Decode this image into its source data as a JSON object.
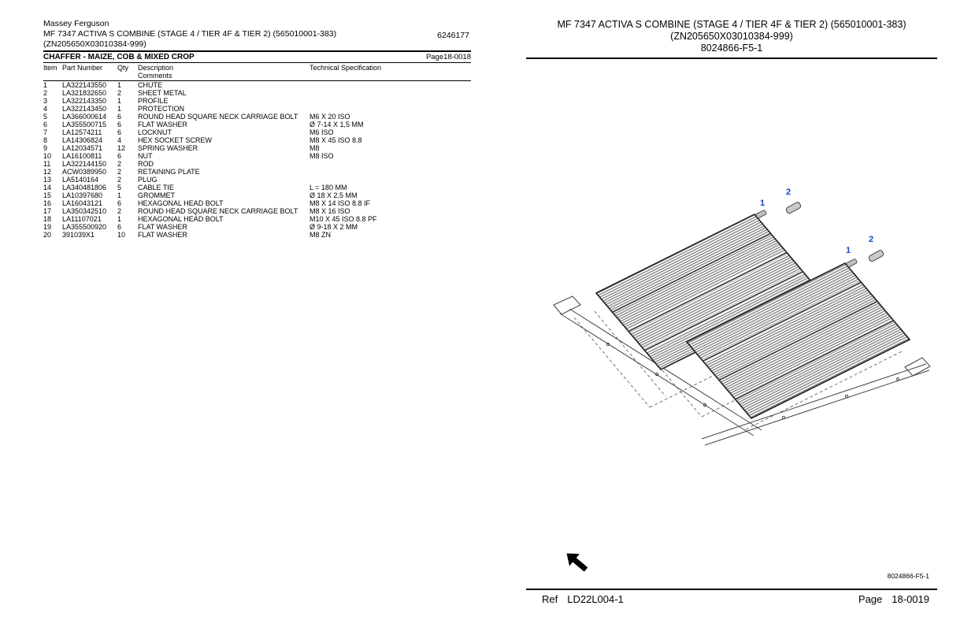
{
  "left_page": {
    "brand": "Massey Ferguson",
    "title": "MF 7347 ACTIVA S COMBINE (STAGE 4 / TIER 4F & TIER 2) (565010001-383)",
    "subtitle": "(ZN205650X03010384-999)",
    "doc_number": "6246177",
    "section": "CHAFFER - MAIZE, COB & MIXED CROP",
    "page_ref": "Page18-0018",
    "table": {
      "headers": {
        "item": "Item",
        "part_number": "Part Number",
        "qty": "Qty",
        "description": "Description",
        "comments": "Comments",
        "tech_spec": "Technical Specification"
      },
      "rows": [
        {
          "item": "1",
          "part_number": "LA322143550",
          "qty": "1",
          "description": "CHUTE",
          "tech_spec": ""
        },
        {
          "item": "2",
          "part_number": "LA321832650",
          "qty": "2",
          "description": "SHEET METAL",
          "tech_spec": ""
        },
        {
          "item": "3",
          "part_number": "LA322143350",
          "qty": "1",
          "description": "PROFILE",
          "tech_spec": ""
        },
        {
          "item": "4",
          "part_number": "LA322143450",
          "qty": "1",
          "description": "PROTECTION",
          "tech_spec": ""
        },
        {
          "item": "5",
          "part_number": "LA366000614",
          "qty": "6",
          "description": "ROUND HEAD SQUARE NECK CARRIAGE BOLT",
          "tech_spec": "M6 X 20 ISO"
        },
        {
          "item": "6",
          "part_number": "LA355500715",
          "qty": "6",
          "description": "FLAT WASHER",
          "tech_spec": "Ø 7-14 X 1,5 MM"
        },
        {
          "item": "7",
          "part_number": "LA12574211",
          "qty": "6",
          "description": "LOCKNUT",
          "tech_spec": "M6 ISO"
        },
        {
          "item": "8",
          "part_number": "LA14306824",
          "qty": "4",
          "description": "HEX SOCKET SCREW",
          "tech_spec": "M8 X 45 ISO 8.8"
        },
        {
          "item": "9",
          "part_number": "LA12034571",
          "qty": "12",
          "description": "SPRING WASHER",
          "tech_spec": "M8"
        },
        {
          "item": "10",
          "part_number": "LA16100811",
          "qty": "6",
          "description": "NUT",
          "tech_spec": "M8 ISO"
        },
        {
          "item": "11",
          "part_number": "LA322144150",
          "qty": "2",
          "description": "ROD",
          "tech_spec": ""
        },
        {
          "item": "12",
          "part_number": "ACW0389950",
          "qty": "2",
          "description": "RETAINING PLATE",
          "tech_spec": ""
        },
        {
          "item": "13",
          "part_number": "LA5140164",
          "qty": "2",
          "description": "PLUG",
          "tech_spec": ""
        },
        {
          "item": "14",
          "part_number": "LA340481806",
          "qty": "5",
          "description": "CABLE TIE",
          "tech_spec": "L = 180 MM"
        },
        {
          "item": "15",
          "part_number": "LA10397680",
          "qty": "1",
          "description": "GROMMET",
          "tech_spec": "Ø 18 X 2,5 MM"
        },
        {
          "item": "16",
          "part_number": "LA16043121",
          "qty": "6",
          "description": "HEXAGONAL HEAD BOLT",
          "tech_spec": "M8 X 14 ISO 8.8 IF"
        },
        {
          "item": "17",
          "part_number": "LA350342510",
          "qty": "2",
          "description": "ROUND HEAD SQUARE NECK CARRIAGE BOLT",
          "tech_spec": "M8 X 16 ISO"
        },
        {
          "item": "18",
          "part_number": "LA11107021",
          "qty": "1",
          "description": "HEXAGONAL HEAD BOLT",
          "tech_spec": "M10 X 45 ISO 8.8 PF"
        },
        {
          "item": "19",
          "part_number": "LA355500920",
          "qty": "6",
          "description": "FLAT WASHER",
          "tech_spec": "Ø 9-18 X 2 MM"
        },
        {
          "item": "20",
          "part_number": "391039X1",
          "qty": "10",
          "description": "FLAT WASHER",
          "tech_spec": "M8 ZN"
        }
      ]
    }
  },
  "right_page": {
    "title": "MF 7347 ACTIVA S COMBINE (STAGE 4 / TIER 4F & TIER 2) (565010001-383)",
    "subtitle": "(ZN205650X03010384-999)",
    "figure_code": "8024866-F5-1",
    "callouts": [
      "1",
      "2",
      "1",
      "2"
    ],
    "callout_color": "#1a41c8",
    "figure_caption": "8024866-F5-1",
    "footer": {
      "ref_label": "Ref",
      "ref_value": "LD22L004-1",
      "page_label": "Page",
      "page_value": "18-0019"
    }
  }
}
